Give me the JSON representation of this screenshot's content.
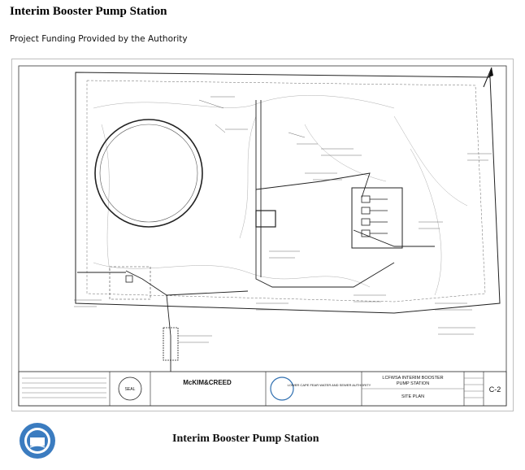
{
  "page": {
    "title": "Interim Booster Pump Station",
    "subtitle": "Project Funding Provided by the Authority"
  },
  "plan": {
    "firm": "McKIM&CREED",
    "authority": "LOWER CAPE FEAR WATER AND SEWER AUTHORITY",
    "project_line1": "LCFWSA INTERIM BOOSTER",
    "project_line2": "PUMP STATION",
    "sheet_name": "SITE PLAN",
    "sheet_number": "C-2",
    "seal_label": "SEAL"
  },
  "footer": {
    "caption": "Interim Booster Pump Station",
    "seal_icon": "authority-seal-icon"
  },
  "colors": {
    "line": "#222222",
    "seal_blue": "#2f6fb0"
  }
}
